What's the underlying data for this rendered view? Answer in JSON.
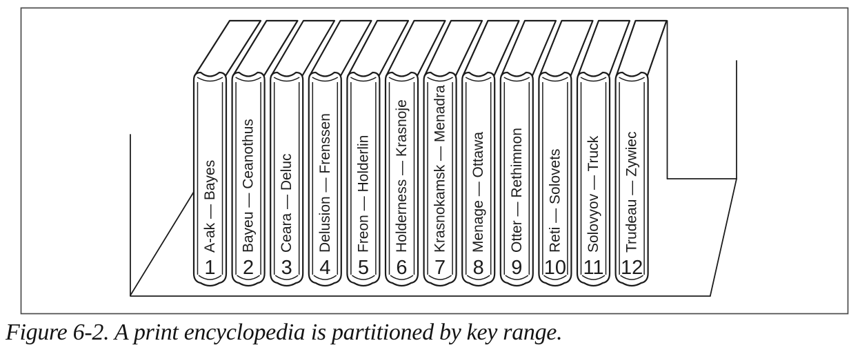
{
  "figure": {
    "caption": "Figure 6-2. A print encyclopedia is partitioned by key range."
  },
  "illustration": {
    "name": "print-encyclopedia-bookshelf",
    "volumes": [
      {
        "number": "1",
        "key_range": "A-ak — Bayes"
      },
      {
        "number": "2",
        "key_range": "Bayeu — Ceanothus"
      },
      {
        "number": "3",
        "key_range": "Ceara — Deluc"
      },
      {
        "number": "4",
        "key_range": "Delusion — Frenssen"
      },
      {
        "number": "5",
        "key_range": "Freon — Holderlin"
      },
      {
        "number": "6",
        "key_range": "Holderness — Krasnoje"
      },
      {
        "number": "7",
        "key_range": "Krasnokamsk — Menadra"
      },
      {
        "number": "8",
        "key_range": "Menage — Ottawa"
      },
      {
        "number": "9",
        "key_range": "Otter — Rethimnon"
      },
      {
        "number": "10",
        "key_range": "Reti — Solovets"
      },
      {
        "number": "11",
        "key_range": "Solovyov — Truck"
      },
      {
        "number": "12",
        "key_range": "Trudeau — Zywiec"
      }
    ]
  },
  "colors": {
    "ink": "#1c1c1c",
    "border": "#4a4a4a",
    "paper": "#ffffff"
  }
}
